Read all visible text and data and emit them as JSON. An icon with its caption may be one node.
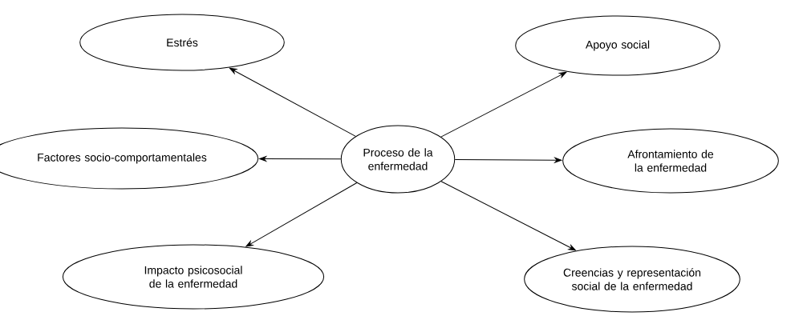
{
  "diagram": {
    "nodes": [
      {
        "text": [
          "Proceso de la enfermedad"
        ]
      },
      {
        "text": [
          "Estrés"
        ]
      },
      {
        "text": [
          "Apoyo social"
        ]
      },
      {
        "text": [
          "Factores socio-comportamentales"
        ]
      },
      {
        "text": [
          "Afrontamiento de la enfermedad"
        ]
      },
      {
        "text": [
          "Impacto psicosocial de la enfermedad"
        ]
      },
      {
        "text": [
          "Creencias y representación social de la enfermedad"
        ]
      }
    ],
    "edges": [
      {
        "from": 0,
        "to": 1,
        "arrow": "to"
      },
      {
        "from": 0,
        "to": 2,
        "arrow": "to"
      },
      {
        "from": 0,
        "to": 3,
        "arrow": "to"
      },
      {
        "from": 0,
        "to": 4,
        "arrow": "to"
      },
      {
        "from": 0,
        "to": 5,
        "arrow": "to"
      },
      {
        "from": 0,
        "to": 6,
        "arrow": "to"
      }
    ]
  }
}
